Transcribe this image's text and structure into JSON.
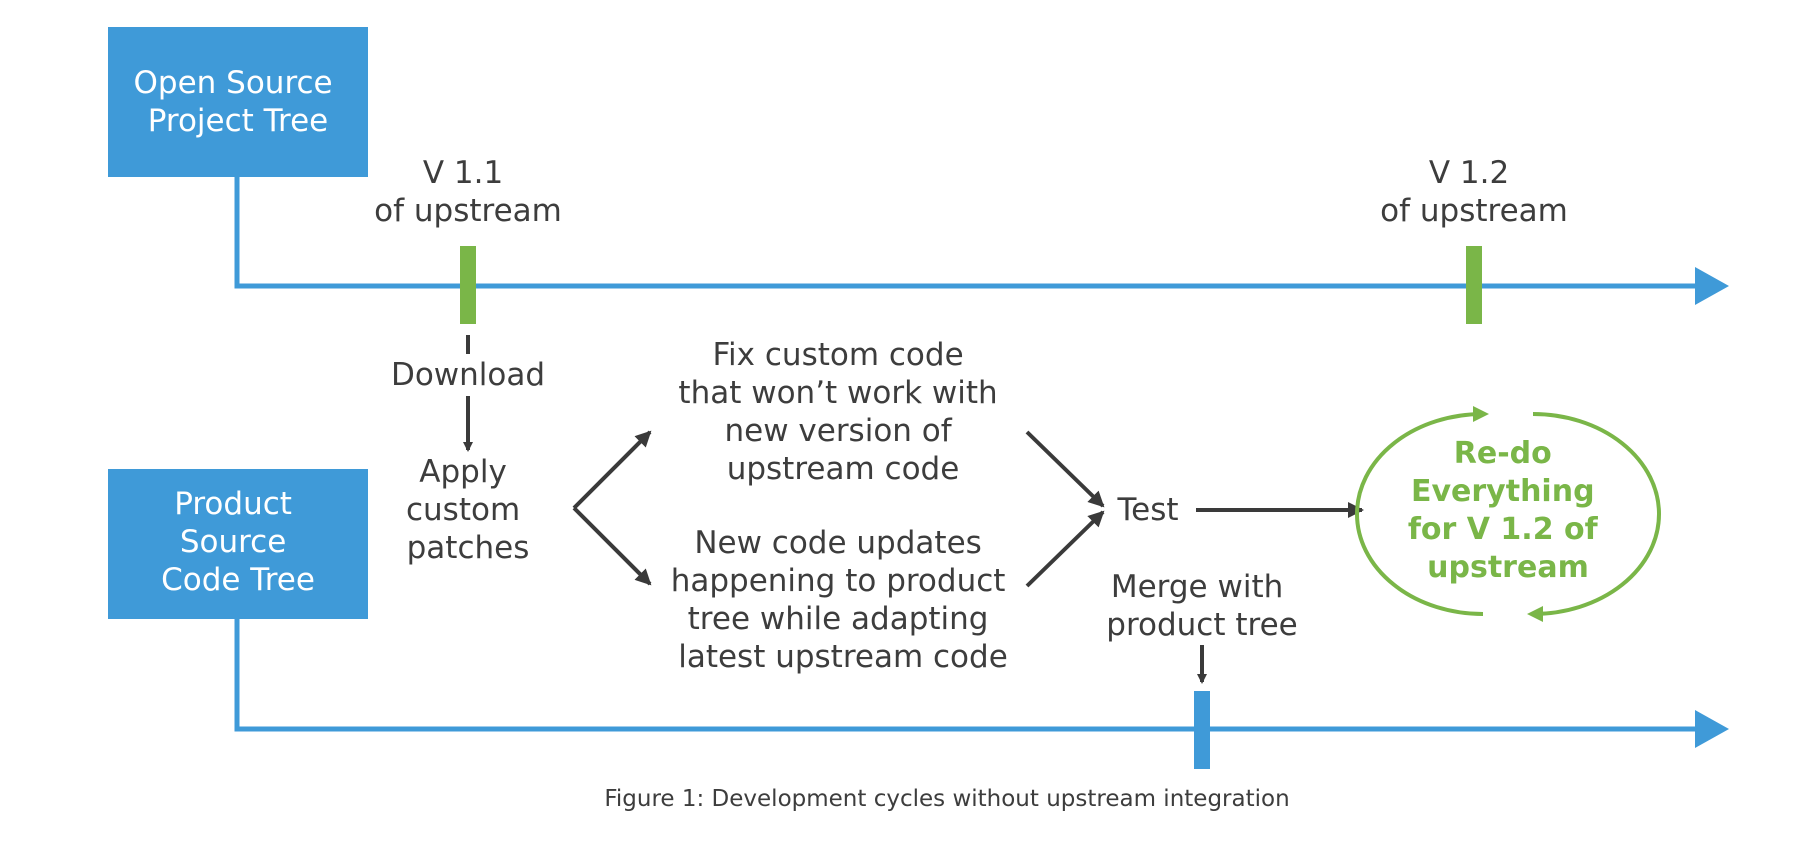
{
  "colors": {
    "accent_blue": "#3f9ad8",
    "accent_green": "#7ab648",
    "text_dark": "#3d3d3d",
    "arrow_dark": "#3a3a3a"
  },
  "open_source_box": {
    "lines": [
      "Open Source",
      "Project Tree"
    ]
  },
  "product_box": {
    "lines": [
      "Product",
      "Source",
      "Code Tree"
    ]
  },
  "v11_label": {
    "lines": [
      "V 1.1",
      "of upstream"
    ]
  },
  "v12_label": {
    "lines": [
      "V 1.2",
      "of upstream"
    ]
  },
  "download_label": "Download",
  "apply_label": {
    "lines": [
      "Apply",
      "custom",
      "patches"
    ]
  },
  "fix_label": {
    "lines": [
      "Fix custom code",
      "that won’t work with",
      "new version of",
      "upstream code"
    ]
  },
  "new_code_label": {
    "lines": [
      "New code updates",
      "happening to product",
      "tree while adapting",
      "latest upstream code"
    ]
  },
  "test_label": "Test",
  "merge_label": {
    "lines": [
      "Merge with",
      "product tree"
    ]
  },
  "redo_label": {
    "lines": [
      "Re-do",
      "Everything",
      "for V 1.2 of",
      "upstream"
    ]
  },
  "caption": "Figure 1: Development cycles without upstream integration"
}
